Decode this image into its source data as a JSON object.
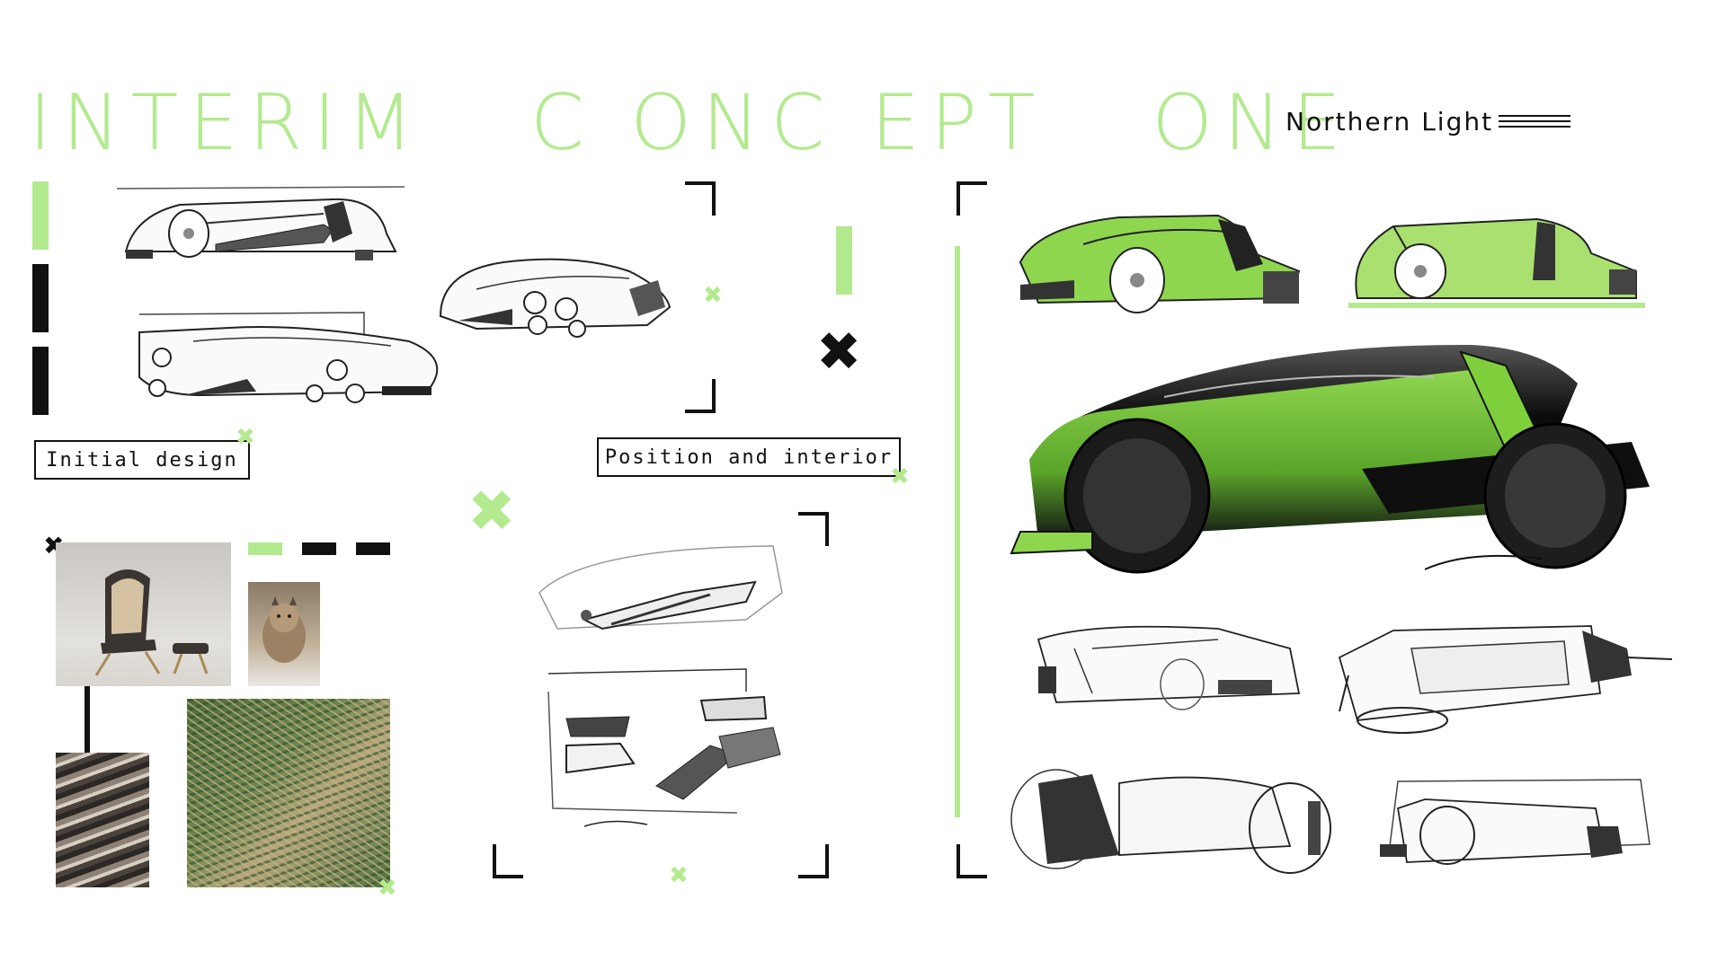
{
  "header": {
    "title": "INTERIM   C ONC EPT   ONE",
    "brand": "Northern Light"
  },
  "labels": {
    "initial_design": "Initial design",
    "position_interior": "Position and interior"
  },
  "colors": {
    "accent_green": "#b3ea8f",
    "car_green": "#7fcf3c",
    "ink": "#111111"
  },
  "icons": {
    "green_cross": "heavy-multiplication-x",
    "black_cross": "heavy-multiplication-x"
  },
  "moodboard": {
    "images": [
      "lounge-chair",
      "lynx",
      "patterned-texture",
      "aerial-terraces"
    ]
  }
}
